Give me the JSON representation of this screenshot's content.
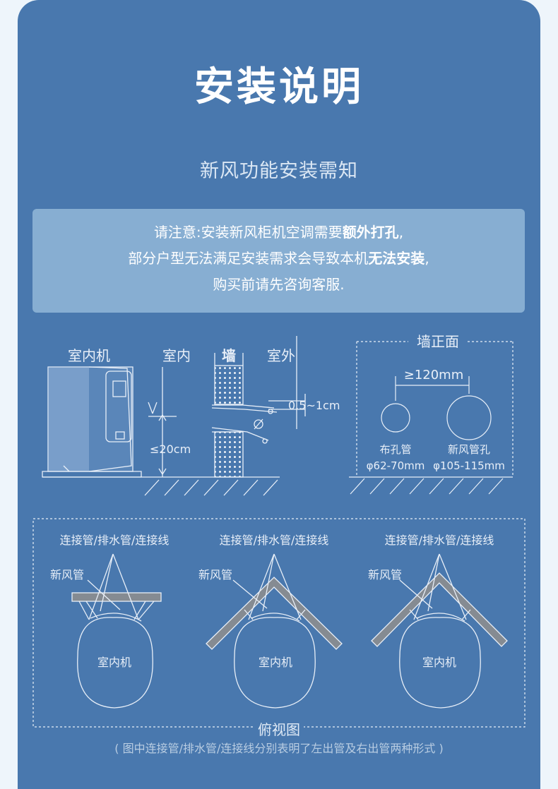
{
  "title": "安装说明",
  "subtitle": "新风功能安装需知",
  "notice": {
    "line1_pre": "请注意:安装新风柜机空调需要",
    "line1_bold": "额外打孔",
    "line1_post": ",",
    "line2_pre": "部分户型无法满足安装需求会导致本机",
    "line2_bold": "无法安装",
    "line2_post": ",",
    "line3": "购买前请先咨询客服."
  },
  "side_view": {
    "label_indoor_unit": "室内机",
    "label_indoor": "室内",
    "label_wall": "墙",
    "label_outdoor": "室外",
    "label_slope": "0.5~1cm",
    "label_height": "≤20cm"
  },
  "wall_front": {
    "title": "墙正面",
    "spacing": "≥120mm",
    "hole1_name": "布孔管",
    "hole1_size": "φ62-70mm",
    "hole2_name": "新风管孔",
    "hole2_size": "φ105-115mm"
  },
  "top_view": {
    "diagrams": [
      {
        "pipe_label": "连接管/排水管/连接线",
        "fresh_label": "新风管",
        "unit_label": "室内机"
      },
      {
        "pipe_label": "连接管/排水管/连接线",
        "fresh_label": "新风管",
        "unit_label": "室内机"
      },
      {
        "pipe_label": "连接管/排水管/连接线",
        "fresh_label": "新风管",
        "unit_label": "室内机"
      }
    ],
    "title": "俯视图",
    "note": "( 图中连接管/排水管/连接线分别表明了左出管及右出管两种形式 )"
  }
}
